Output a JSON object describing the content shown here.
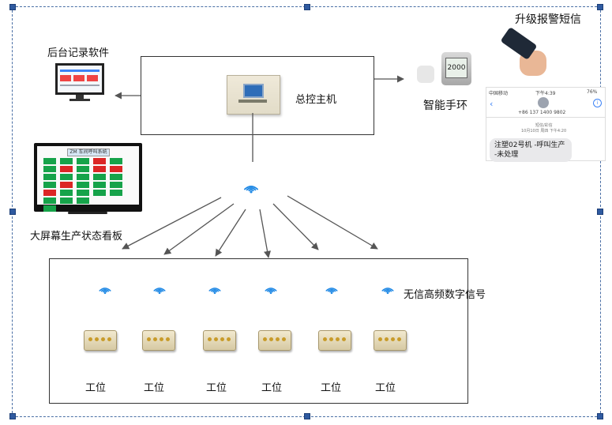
{
  "labels": {
    "backend_software": "后台记录软件",
    "host_controller": "总控主机",
    "alarm_sms": "升级报警短信",
    "smart_bracelet": "智能手环",
    "big_screen_board": "大屏幕生产状态看板",
    "wireless_signal": "无信高频数字信号",
    "workstation": "工位"
  },
  "workstations": [
    "工位",
    "工位",
    "工位",
    "工位",
    "工位",
    "工位"
  ],
  "board_title": "ZM 车间呼叫系统",
  "watch_time": "2000",
  "sms": {
    "carrier": "中国移动",
    "time": "下午4:39",
    "battery": "76%",
    "number": "+86 137 1400 9802",
    "thread_label": "短信/彩信",
    "date": "10月10日 周四 下午4:20",
    "message": "注塑02号机 -呼叫生产 -未处理"
  },
  "colors": {
    "frame": "#4a6fa5",
    "arrow": "#555555",
    "wifi": "#1e88e5"
  }
}
